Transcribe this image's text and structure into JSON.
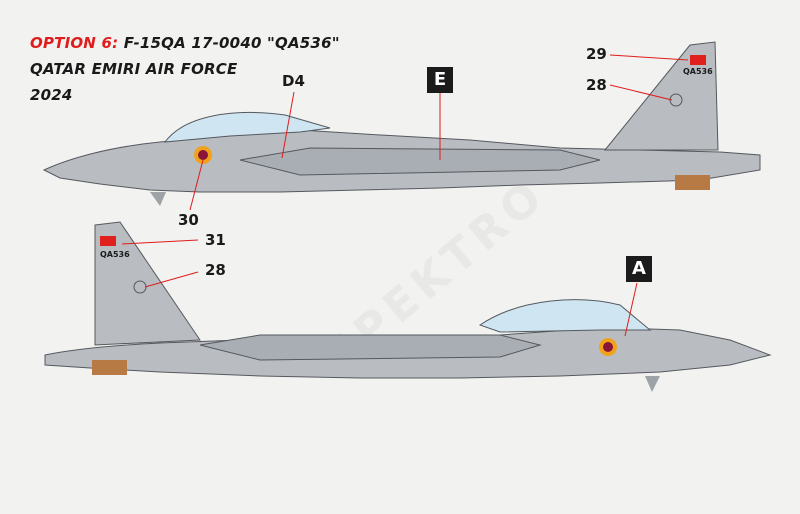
{
  "header": {
    "option_label": "OPTION 6:",
    "aircraft": "F-15QA  17-0040 \"QA536\"",
    "operator": "QATAR EMIRI AIR FORCE",
    "year": "2024"
  },
  "callouts": {
    "top_29": "29",
    "top_28": "28",
    "top_d4": "D4",
    "top_30": "30",
    "bottom_31": "31",
    "bottom_28": "28"
  },
  "boxes": {
    "top": "E",
    "bottom": "A"
  },
  "tail_code": "QA536",
  "watermark": "SPEKTRO",
  "colors": {
    "airframe": "#b9bdc2",
    "airframe_dark": "#9ea3a8",
    "canopy": "#cfe6f2",
    "flag_red": "#e0201c",
    "roundel_maroon": "#8a1538",
    "roundel_gold": "#f0a21a",
    "nozzle": "#b77a44",
    "accent_red": "#e01c1c"
  }
}
